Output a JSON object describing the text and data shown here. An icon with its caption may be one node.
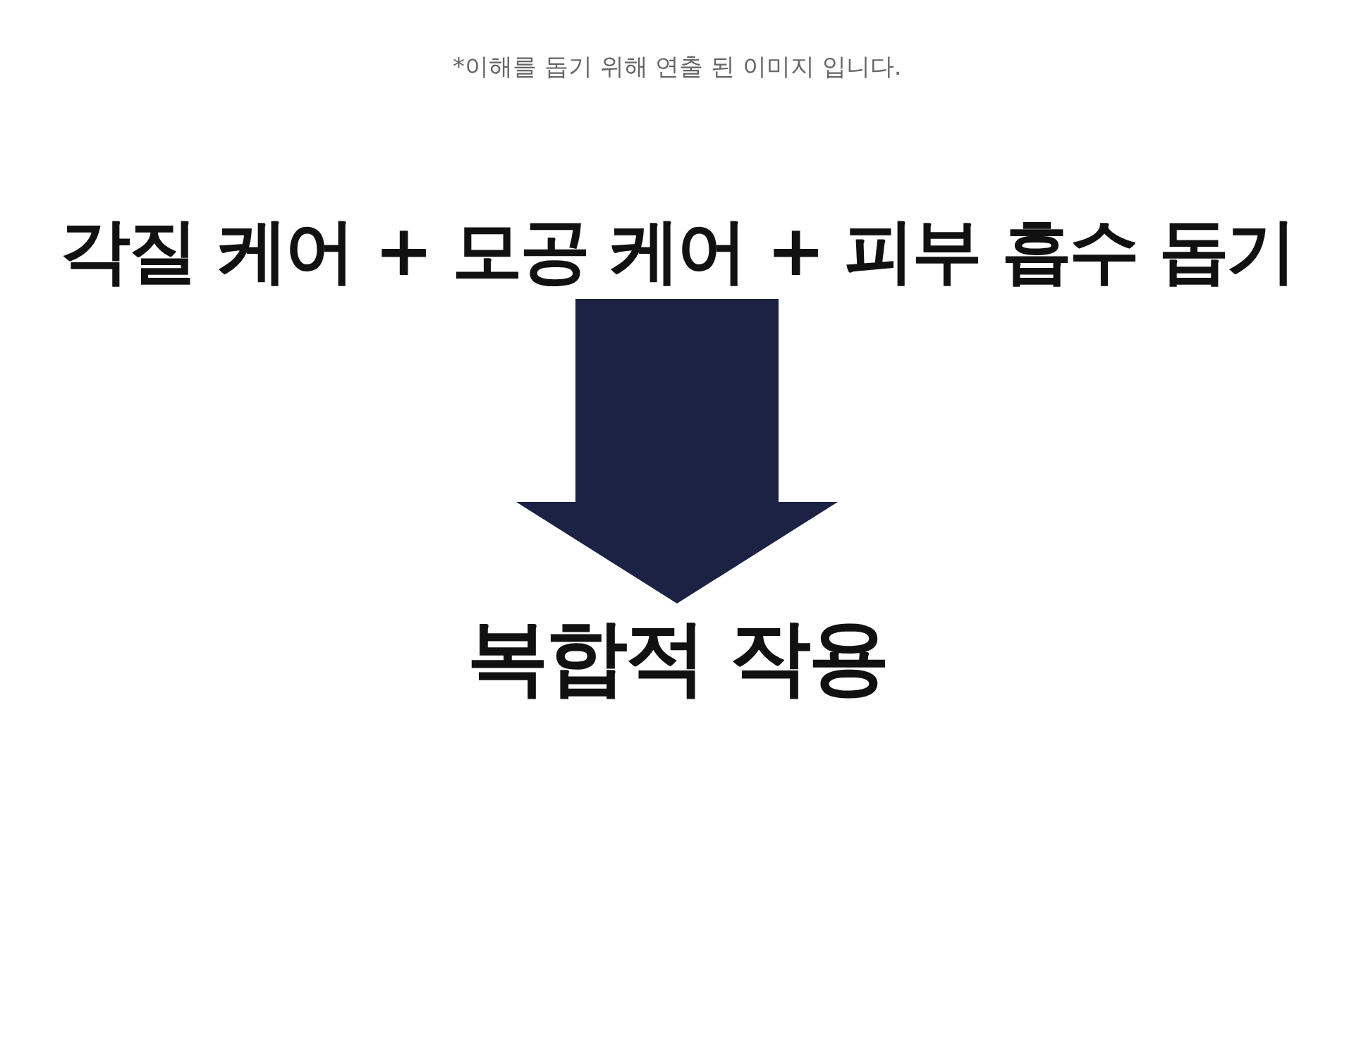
{
  "diagram": {
    "nodes": [
      {
        "text": [
          "각질 케어 + 모공 케어 + 피부 흡수 돕기"
        ]
      },
      {
        "text": [
          "복합적 작용"
        ]
      }
    ],
    "edges": [
      {
        "from": 0,
        "to": 1,
        "arrow": "to"
      }
    ],
    "labels": [
      "*이해를 돕기 위해 연출 된 이미지 입니다."
    ]
  }
}
